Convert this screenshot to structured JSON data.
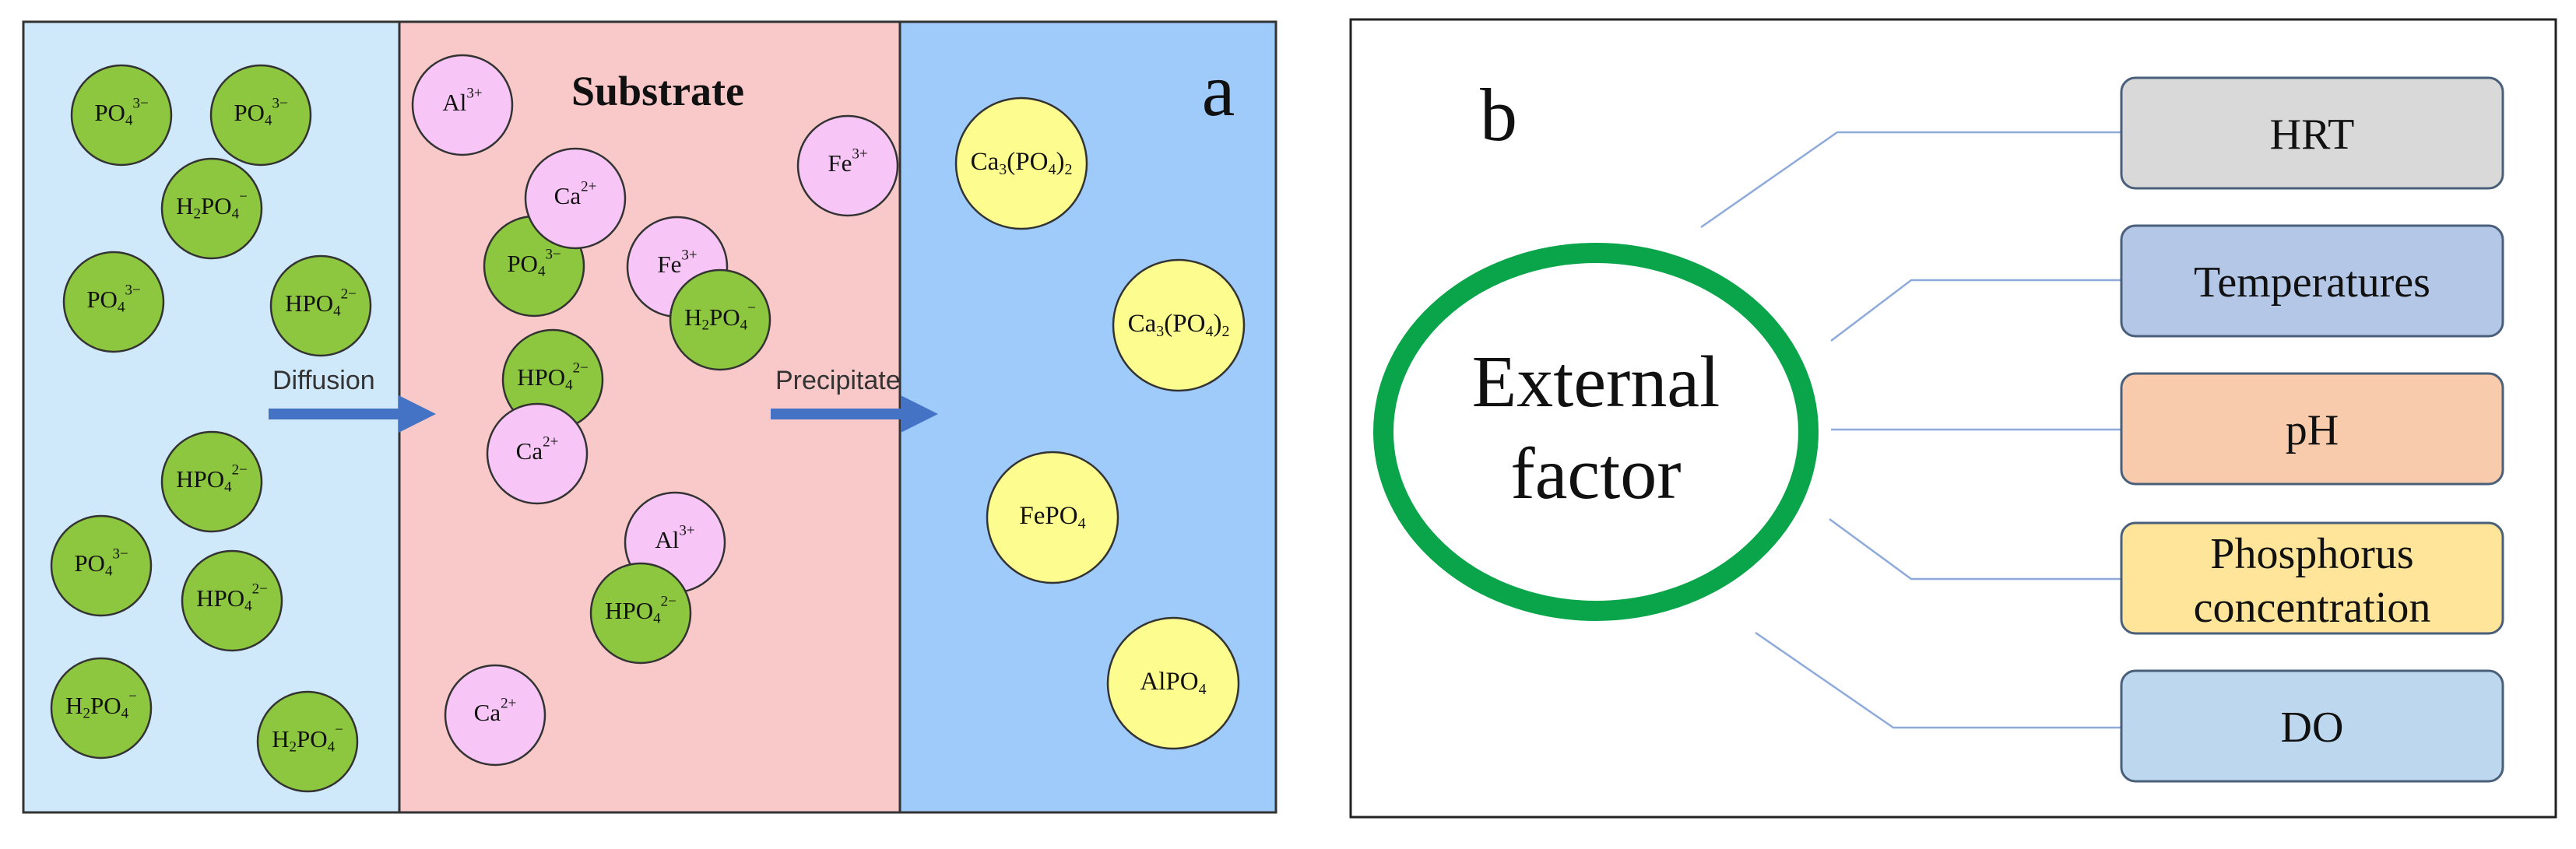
{
  "panel_a": {
    "panel_label": "a",
    "title": "Substrate",
    "zone_colors": {
      "left": "#cfe9fb",
      "middle": "#f9c8c9",
      "right": "#9fcbfb"
    },
    "arrows": [
      {
        "label": "Diffusion",
        "color": "#4472c4"
      },
      {
        "label": "Precipitate",
        "color": "#4472c4"
      }
    ],
    "species_colors": {
      "green": "#8dc63f",
      "pink": "#f7c6f6",
      "yellow": "#fdfd8f"
    },
    "left_ions": [
      {
        "base": "PO",
        "sub": "4",
        "sup": "3−"
      },
      {
        "base": "PO",
        "sub": "4",
        "sup": "3−"
      },
      {
        "pre": "H",
        "pre_sub": "2",
        "base": "PO",
        "sub": "4",
        "sup": "−"
      },
      {
        "base": "PO",
        "sub": "4",
        "sup": "3−"
      },
      {
        "base": "HPO",
        "sub": "4",
        "sup": "2−"
      },
      {
        "base": "HPO",
        "sub": "4",
        "sup": "2−"
      },
      {
        "base": "PO",
        "sub": "4",
        "sup": "3−"
      },
      {
        "base": "HPO",
        "sub": "4",
        "sup": "2−"
      },
      {
        "pre": "H",
        "pre_sub": "2",
        "base": "PO",
        "sub": "4",
        "sup": "−"
      },
      {
        "pre": "H",
        "pre_sub": "2",
        "base": "PO",
        "sub": "4",
        "sup": "−"
      }
    ],
    "middle_anions": [
      {
        "base": "PO",
        "sub": "4",
        "sup": "3−"
      },
      {
        "pre": "H",
        "pre_sub": "2",
        "base": "PO",
        "sub": "4",
        "sup": "−"
      },
      {
        "base": "HPO",
        "sub": "4",
        "sup": "2−"
      },
      {
        "base": "HPO",
        "sub": "4",
        "sup": "2−"
      }
    ],
    "middle_cations": [
      {
        "base": "Al",
        "sup": "3+"
      },
      {
        "base": "Fe",
        "sup": "3+"
      },
      {
        "base": "Ca",
        "sup": "2+"
      },
      {
        "base": "Fe",
        "sup": "3+"
      },
      {
        "base": "Ca",
        "sup": "2+"
      },
      {
        "base": "Al",
        "sup": "3+"
      },
      {
        "base": "Ca",
        "sup": "2+"
      }
    ],
    "precipitates": [
      {
        "text": "Ca3(PO4)2"
      },
      {
        "text": "Ca3(PO4)2"
      },
      {
        "text": "FePO4"
      },
      {
        "text": "AlPO4"
      }
    ]
  },
  "panel_b": {
    "panel_label": "b",
    "center_line1": "External",
    "center_line2": "factor",
    "ring_color": "#0aa54a",
    "line_color": "#8eaadb",
    "factors": [
      {
        "label": "HRT",
        "color": "#d9d9d9"
      },
      {
        "label": "Temperatures",
        "color": "#b4c7e7"
      },
      {
        "label": "pH",
        "color": "#f8cbad"
      },
      {
        "label": "Phosphorus",
        "label2": "concentration",
        "color": "#ffe599"
      },
      {
        "label": "DO",
        "color": "#bdd7ee"
      }
    ]
  }
}
